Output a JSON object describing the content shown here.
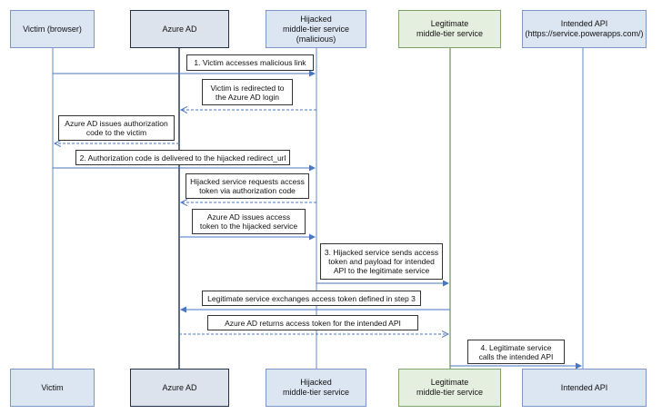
{
  "participants": {
    "top": [
      {
        "label": "Victim (browser)"
      },
      {
        "label": "Azure AD"
      },
      {
        "label": "Hijacked\nmiddle-tier service\n(malicious)"
      },
      {
        "label": "Legitimate\nmiddle-tier service"
      },
      {
        "label": "Intended API\n(https://service.powerapps.com/)"
      }
    ],
    "bottom": [
      {
        "label": "Victim"
      },
      {
        "label": "Azure AD"
      },
      {
        "label": "Hijacked\nmiddle-tier service"
      },
      {
        "label": "Legitimate\nmiddle-tier service"
      },
      {
        "label": "Intended API"
      }
    ]
  },
  "messages": [
    {
      "label": "1. Victim accesses malicious link"
    },
    {
      "label": "Victim is redirected to\nthe Azure AD login"
    },
    {
      "label": "Azure AD issues authorization\ncode to the victim"
    },
    {
      "label": "2. Authorization code is delivered to the hijacked redirect_url"
    },
    {
      "label": "Hijacked service requests access\ntoken via authorization code"
    },
    {
      "label": "Azure AD issues access\ntoken to the hijacked service"
    },
    {
      "label": "3. Hijacked service sends access\ntoken and payload for intended\nAPI to the legitimate service"
    },
    {
      "label": "Legitimate service exchanges access token defined in step 3"
    },
    {
      "label": "Azure AD returns access token for the intended API"
    },
    {
      "label": "4. Legitimate service\ncalls the intended API"
    }
  ],
  "colors": {
    "arrow": "#4a76c1",
    "lifeline_blue": "#8eaad8",
    "lifeline_dark": "#1f2f47",
    "lifeline_green": "#7fa36c"
  }
}
